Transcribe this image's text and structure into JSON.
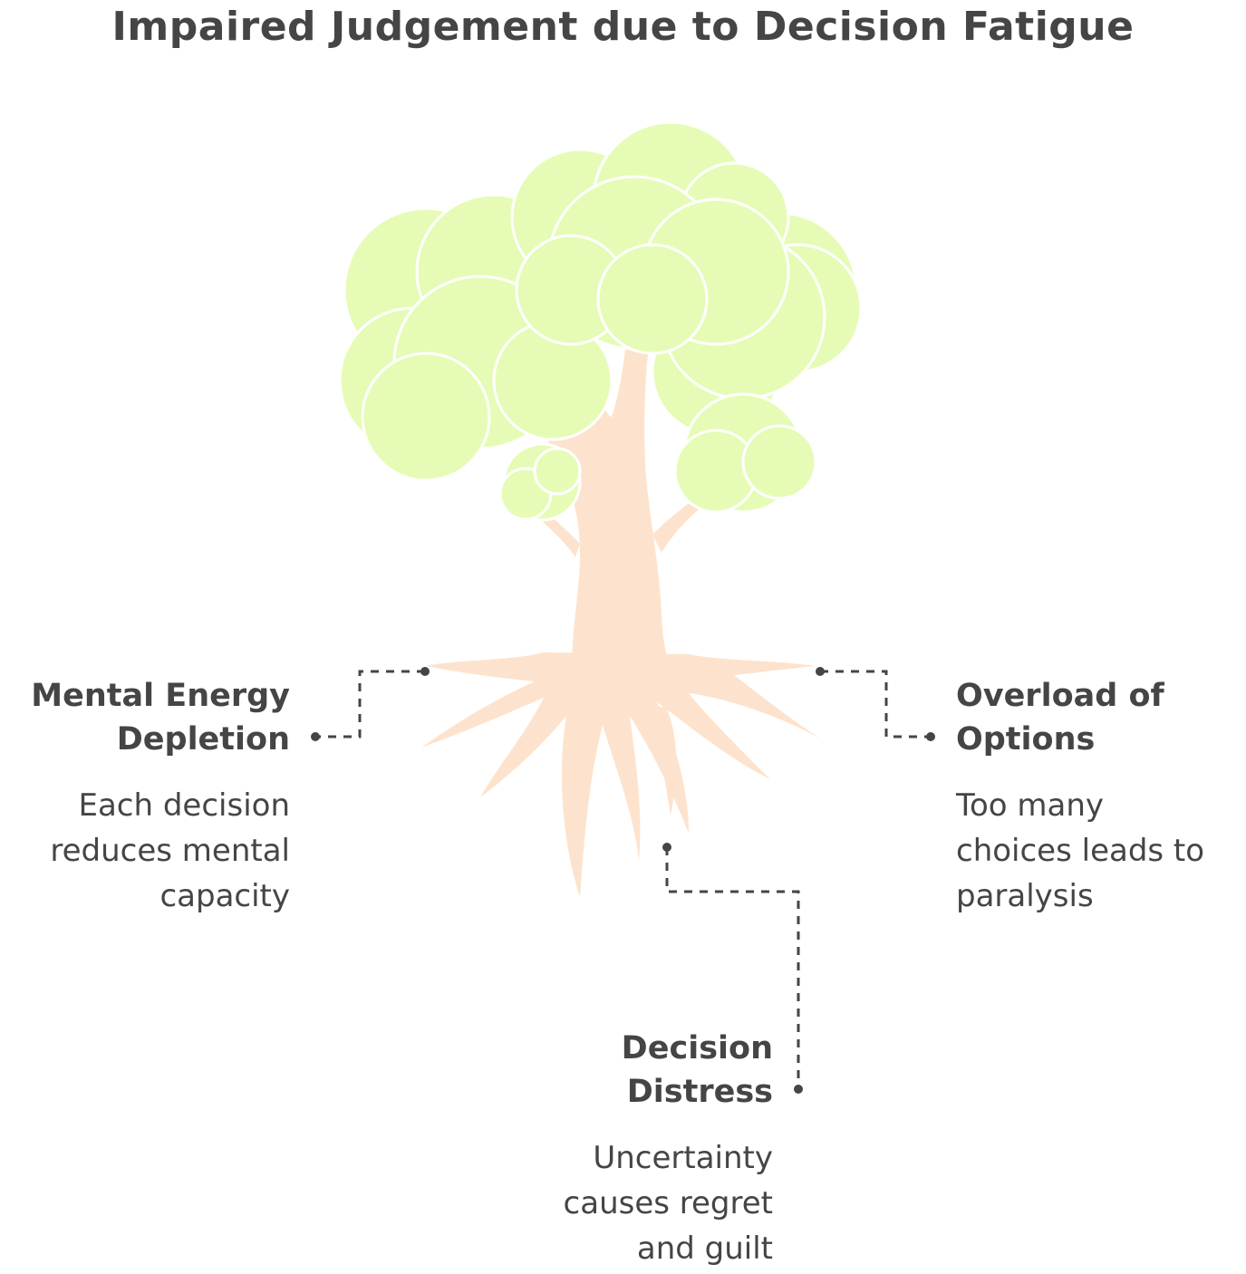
{
  "title": "Impaired Judgement due to Decision Fatigue",
  "colors": {
    "foliage": "#e6fcb6",
    "foliage_outline": "#ffffff",
    "trunk": "#fde3cd",
    "text": "#454545",
    "connector": "#454545"
  },
  "labels": {
    "left": {
      "title_line1": "Mental Energy",
      "title_line2": "Depletion",
      "desc_line1": "Each decision",
      "desc_line2": "reduces mental",
      "desc_line3": "capacity"
    },
    "right": {
      "title_line1": "Overload of",
      "title_line2": "Options",
      "desc_line1": "Too many",
      "desc_line2": "choices leads to",
      "desc_line3": "paralysis"
    },
    "bottom": {
      "title_line1": "Decision",
      "title_line2": "Distress",
      "desc_line1": "Uncertainty",
      "desc_line2": "causes regret",
      "desc_line3": "and guilt"
    }
  }
}
